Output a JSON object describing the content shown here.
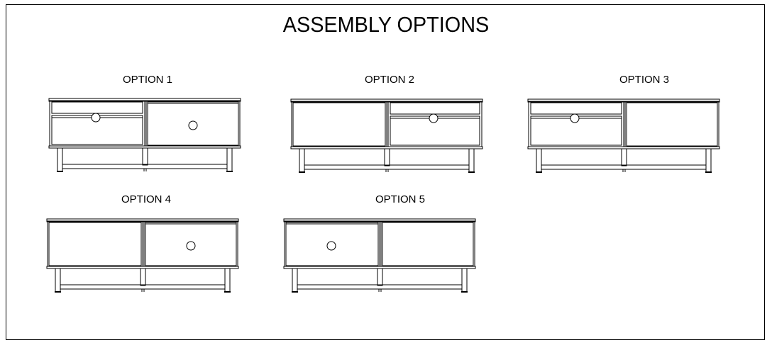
{
  "title": "ASSEMBLY OPTIONS",
  "options": [
    {
      "label": "OPTION 1",
      "left": "drawers",
      "right": "door-knob"
    },
    {
      "label": "OPTION 2",
      "left": "door",
      "right": "drawers"
    },
    {
      "label": "OPTION 3",
      "left": "drawers",
      "right": "door"
    },
    {
      "label": "OPTION 4",
      "left": "door",
      "right": "door-knob"
    },
    {
      "label": "OPTION 5",
      "left": "door-knob",
      "right": "door"
    }
  ]
}
